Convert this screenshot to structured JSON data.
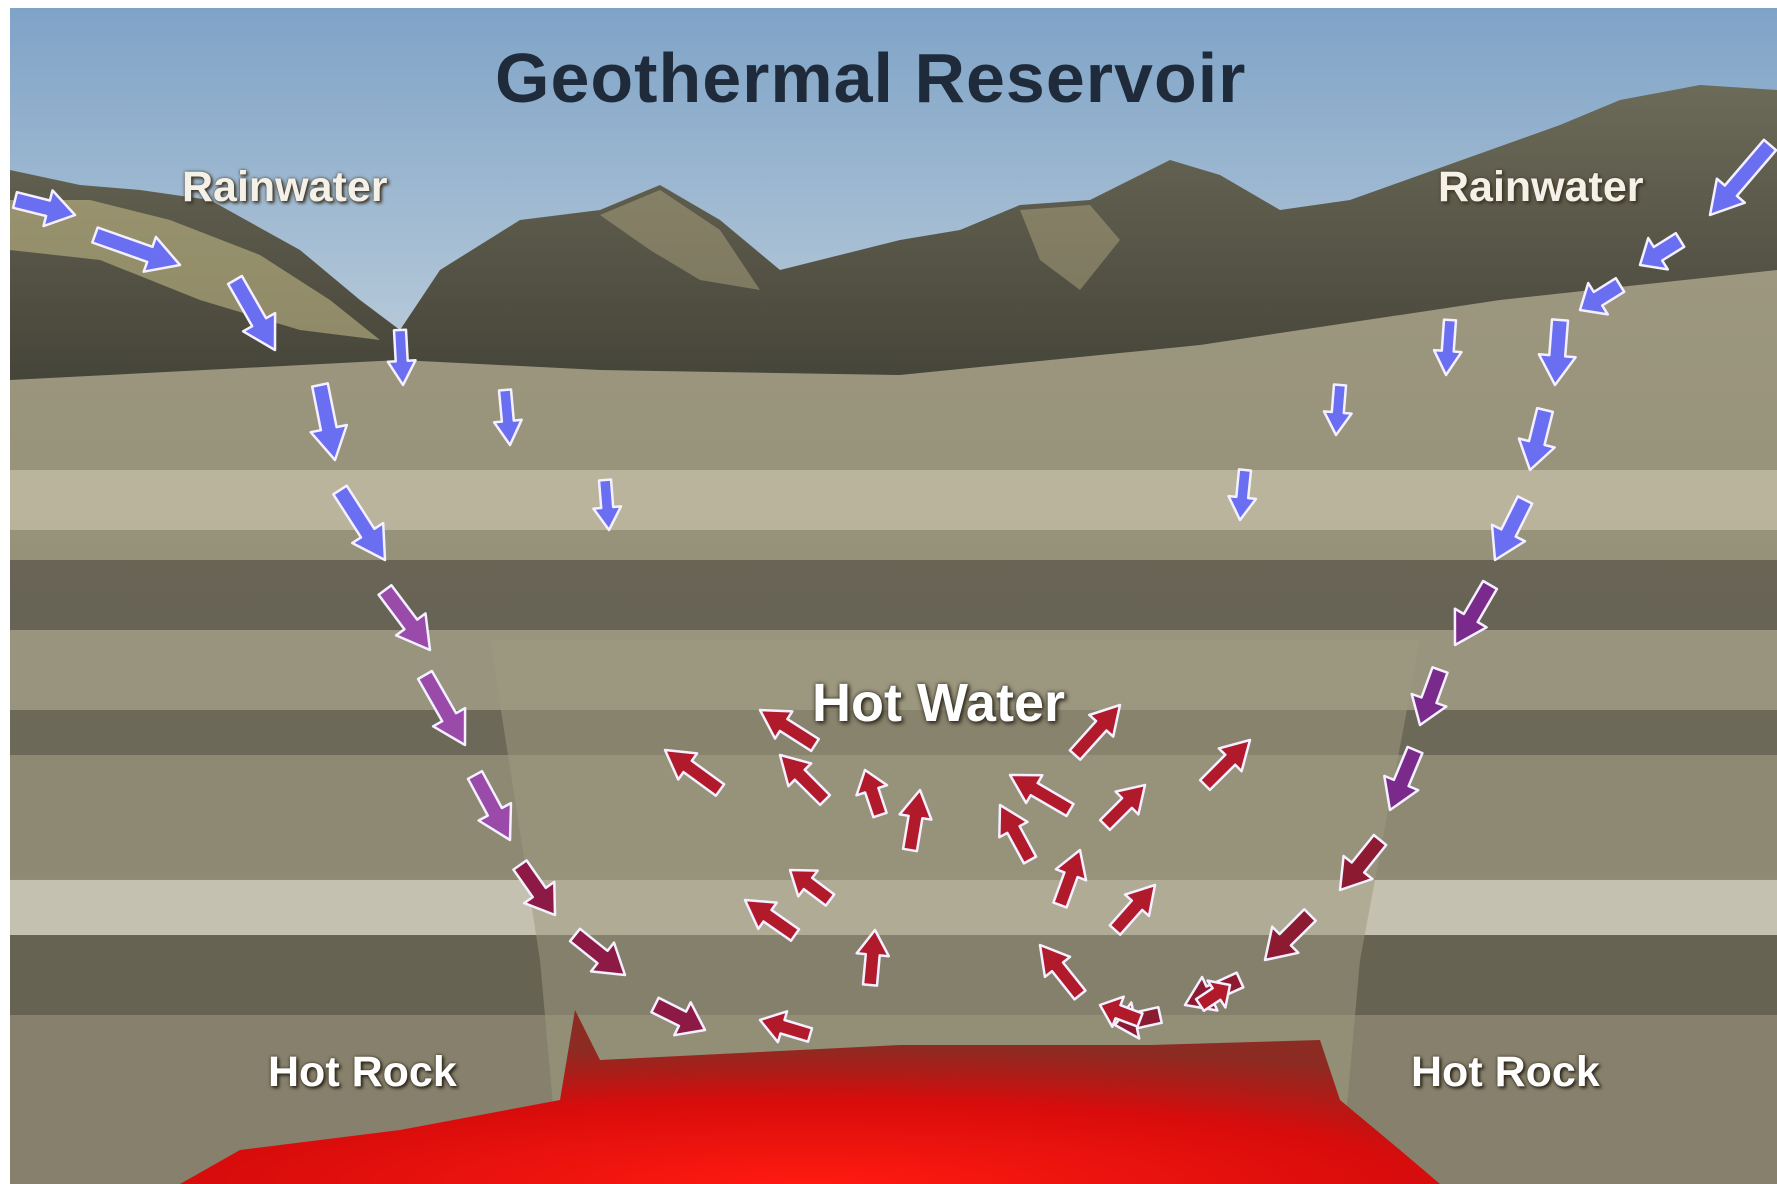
{
  "diagram": {
    "title": "Geothermal Reservoir",
    "labels": {
      "rainwater_left": "Rainwater",
      "rainwater_right": "Rainwater",
      "hot_water": "Hot Water",
      "hot_rock_left": "Hot Rock",
      "hot_rock_right": "Hot Rock"
    },
    "colors": {
      "sky": "#8fb0cf",
      "mountain": "#5a5a4a",
      "ground": "#a8a48e",
      "rain_arrow": "#6a6ef0",
      "hot_arrow": "#b01a2a",
      "magma": "#e81010"
    }
  }
}
